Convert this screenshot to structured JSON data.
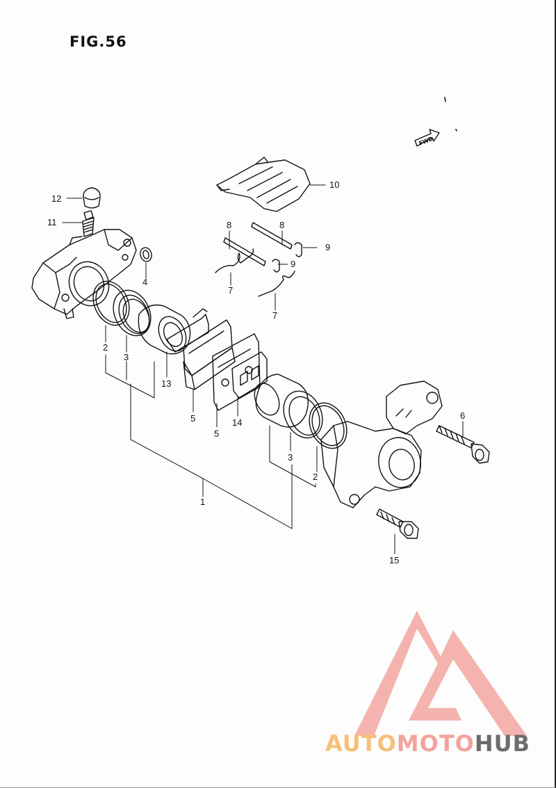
{
  "figure": {
    "title": "FIG.56",
    "fwd_label": "FWD"
  },
  "callouts": [
    {
      "id": "c1",
      "label": "1"
    },
    {
      "id": "c2a",
      "label": "2"
    },
    {
      "id": "c2b",
      "label": "2"
    },
    {
      "id": "c3a",
      "label": "3"
    },
    {
      "id": "c3b",
      "label": "3"
    },
    {
      "id": "c4",
      "label": "4"
    },
    {
      "id": "c5a",
      "label": "5"
    },
    {
      "id": "c5b",
      "label": "5"
    },
    {
      "id": "c6",
      "label": "6"
    },
    {
      "id": "c7a",
      "label": "7"
    },
    {
      "id": "c7b",
      "label": "7"
    },
    {
      "id": "c8a",
      "label": "8"
    },
    {
      "id": "c8b",
      "label": "8"
    },
    {
      "id": "c9a",
      "label": "9"
    },
    {
      "id": "c9b",
      "label": "9"
    },
    {
      "id": "c10",
      "label": "10"
    },
    {
      "id": "c11",
      "label": "11"
    },
    {
      "id": "c12",
      "label": "12"
    },
    {
      "id": "c13",
      "label": "13"
    },
    {
      "id": "c14",
      "label": "14"
    },
    {
      "id": "c15",
      "label": "15"
    }
  ],
  "watermark": {
    "part1": "AUTO",
    "part2": "MOTO",
    "part3": "HUB",
    "colors": {
      "auto": "#f6c07a",
      "moto": "#f3a39b",
      "hub": "#6c6c6c",
      "logo": "#f2a6a0"
    }
  }
}
